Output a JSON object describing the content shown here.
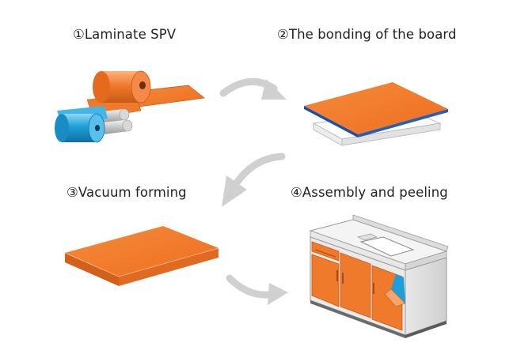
{
  "steps": [
    {
      "label": "①Laminate SPV"
    },
    {
      "label": "②The bonding of the board"
    },
    {
      "label": "③Vacuum forming"
    },
    {
      "label": "④Assembly and peeling"
    }
  ],
  "colors": {
    "spv_orange": "#f07a2c",
    "film_blue": "#1e9fd8",
    "board_blue": "#2a5fb0",
    "arrow_gray": "#cccccc"
  }
}
